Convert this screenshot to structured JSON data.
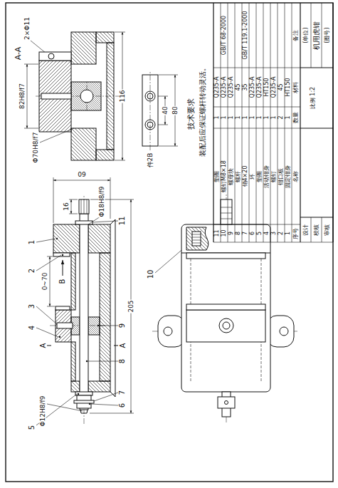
{
  "diagram": {
    "labels": [
      "A-A",
      "2×Φ11",
      "82H8/f7",
      "Φ70H8/f7",
      "116",
      "件2B",
      "40",
      "80",
      "技术要求",
      "装配后应保证螺杆转动灵活。",
      "60",
      "16",
      "Φ18H8/f9",
      "1",
      "2",
      "0~70",
      "B",
      "3",
      "A",
      "4",
      "A",
      "5",
      "Φ12H8/f9",
      "205",
      "6",
      "7",
      "8",
      "9",
      "11",
      "10",
      "11",
      "垫圈",
      "1",
      "Q235-A",
      "10",
      "螺钉M8×18",
      "1",
      "Q235-A",
      "GB/T 68-2000",
      "9",
      "螺母块",
      "1",
      "Q235-A",
      "8",
      "螺杆",
      "1",
      "45",
      "7",
      "销4×20",
      "1",
      "35",
      "GB/T 119.1-2000",
      "6",
      "环",
      "1",
      "Q235-A",
      "5",
      "垫圈",
      "1",
      "Q235-A",
      "4",
      "活动钳身",
      "1",
      "HT150",
      "3",
      "螺钉",
      "1",
      "Q235-A",
      "2",
      "钳口板",
      "2",
      "45",
      "1",
      "固定钳身",
      "1",
      "HT150",
      "序号",
      "名称",
      "数量",
      "材料",
      "备注",
      "设计",
      "校核",
      "审核",
      "比例 1:2",
      "(单位)",
      "机用虎钳",
      "(图号)"
    ]
  }
}
